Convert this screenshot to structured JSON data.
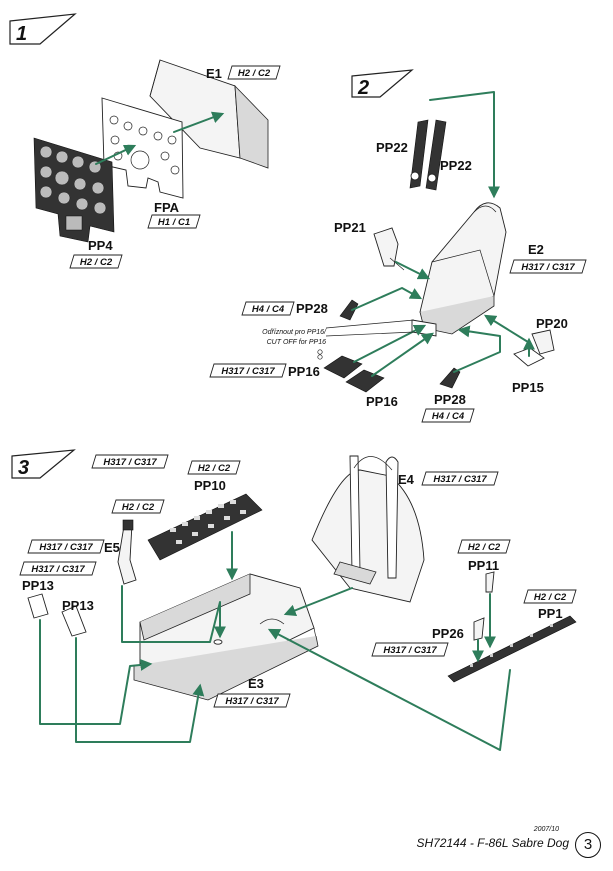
{
  "steps": {
    "s1": "1",
    "s2": "2",
    "s3": "3"
  },
  "labels": {
    "E1": "E1",
    "E1_code": "H2 / C2",
    "FPA": "FPA",
    "FPA_code": "H1 / C1",
    "PP4": "PP4",
    "PP4_code": "H2 / C2",
    "PP22a": "PP22",
    "PP22b": "PP22",
    "PP21": "PP21",
    "E2": "E2",
    "E2_code": "H317 / C317",
    "PP28a": "PP28",
    "PP28a_code": "H4 / C4",
    "cut_note_1": "Odříznout pro PP16/",
    "cut_note_2": "CUT OFF for PP16",
    "PP16a": "PP16",
    "PP16a_code": "H317 / C317",
    "PP16b": "PP16",
    "PP20": "PP20",
    "PP15": "PP15",
    "PP28b": "PP28",
    "PP28b_code": "H4 / C4",
    "E3_top_code": "H317 / C317",
    "PP10": "PP10",
    "PP10_code": "H2 / C2",
    "E4": "E4",
    "E4_code": "H317 / C317",
    "E5": "E5",
    "E5_code_top": "H2 / C2",
    "E5_code": "H317 / C317",
    "PP13_code": "H317 / C317",
    "PP13a": "PP13",
    "PP13b": "PP13",
    "PP11": "PP11",
    "PP11_code": "H2 / C2",
    "PP1": "PP1",
    "PP1_code": "H2 / C2",
    "PP26": "PP26",
    "PP26_code": "H317 / C317",
    "E3": "E3",
    "E3_code": "H317 / C317"
  },
  "footer": {
    "date": "2007/10",
    "title": "SH72144 - F-86L Sabre Dog",
    "page": "3"
  },
  "colors": {
    "arrow": "#2e7d5b",
    "line": "#222222"
  }
}
